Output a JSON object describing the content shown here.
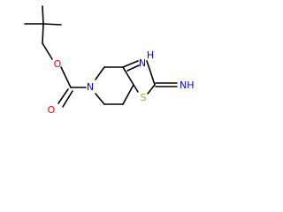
{
  "molecule": {
    "atoms": {
      "carbonyl_oxygen": {
        "text": "O",
        "color": "#ff0000"
      },
      "ester_oxygen": {
        "text": "O",
        "color": "#ff0000"
      },
      "ring_nitrogen": {
        "text": "N",
        "color": "#0000ff"
      },
      "thiazole_sulfur": {
        "text": "S",
        "color": "#b8a000"
      },
      "imino_nh": {
        "text": "NH",
        "color": "#0000ff"
      },
      "ring_nh_n": {
        "text": "N",
        "color": "#0000ff"
      },
      "ring_nh_h": {
        "text": "H",
        "color": "#0000ff"
      }
    }
  }
}
